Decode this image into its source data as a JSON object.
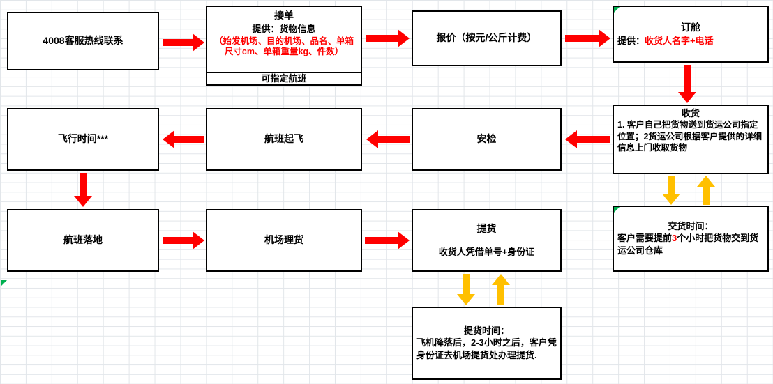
{
  "colors": {
    "arrow_red": "#FF0000",
    "arrow_yellow": "#FFC000",
    "highlight_red": "#FF0000",
    "marker_green": "#00B050",
    "box_border": "#000000",
    "grid_line": "#E2E6EA"
  },
  "boxes": {
    "hotline": {
      "title": "4008客服热线联系"
    },
    "order": {
      "title": "接单",
      "provide": "提供：货物信息",
      "detail_red": "（始发机场、目的机场、品名、单箱尺寸cm、单箱重量kg、件数）",
      "footer": "可指定航班"
    },
    "quote": {
      "title": "报价（按元/公斤计费）"
    },
    "booking": {
      "title": "订舱",
      "provide_label": "提供：",
      "provide_value_red": "收货人名字+电话"
    },
    "flight_time": {
      "title": "飞行时间***"
    },
    "takeoff": {
      "title": "航班起飞"
    },
    "security": {
      "title": "安检"
    },
    "receive": {
      "title": "收货",
      "body": "1. 客户自己把货物送到货运公司指定位置；2货运公司根据客户提供的详细信息上门收取货物"
    },
    "landing": {
      "title": "航班落地"
    },
    "tally": {
      "title": "机场理货"
    },
    "pickup": {
      "title": "提货",
      "body": "收货人凭借单号+身份证"
    },
    "delivery_time": {
      "title": "交货时间：",
      "body_pre": "客户需要提前",
      "body_highlight": "3",
      "body_post": "个小时把货物交到货运公司仓库"
    },
    "pickup_time": {
      "title": "提货时间：",
      "body": "飞机降落后，2-3小时之后，客户凭身份证去机场提货处办理提货."
    }
  }
}
